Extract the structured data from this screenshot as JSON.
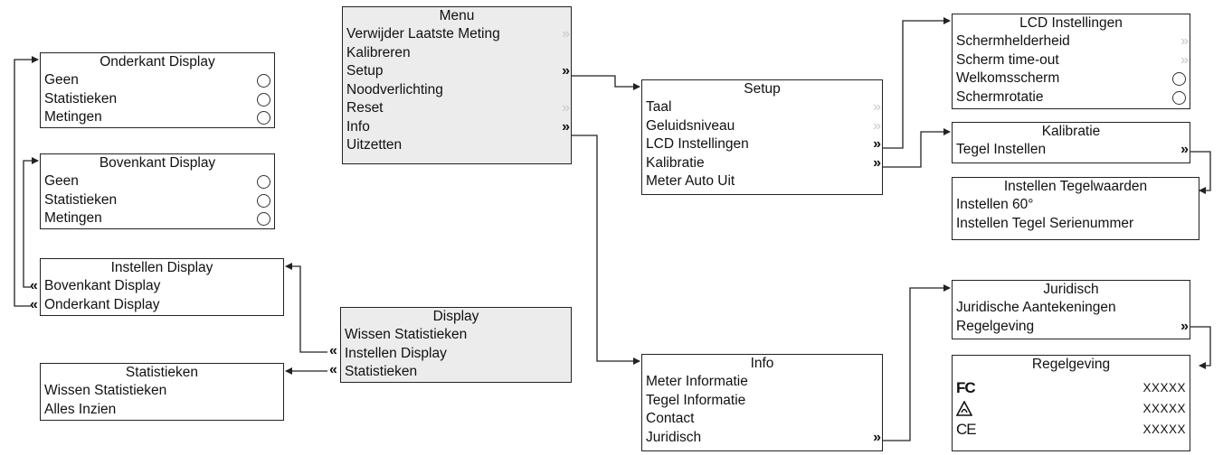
{
  "colors": {
    "line": "#222222",
    "menu_bg": "#ececec",
    "dim_chevron": "#c8c8c8"
  },
  "glyphs": {
    "right": "»",
    "left": "«",
    "fc": "FC",
    "ce": "CE",
    "rcm": "⚠"
  },
  "menu": {
    "title": "Menu",
    "items": [
      "Verwijder Laatste Meting",
      "Kalibreren",
      "Setup",
      "Noodverlichting",
      "Reset",
      "Info",
      "Uitzetten"
    ]
  },
  "setup": {
    "title": "Setup",
    "items": [
      "Taal",
      "Geluidsniveau",
      "LCD Instellingen",
      "Kalibratie",
      "Meter Auto Uit"
    ]
  },
  "lcd": {
    "title": "LCD Instellingen",
    "items": [
      "Schermhelderheid",
      "Scherm time-out",
      "Welkomsscherm",
      "Schermrotatie"
    ]
  },
  "kalibratie": {
    "title": "Kalibratie",
    "items": [
      "Tegel Instellen"
    ]
  },
  "tegelwaarden": {
    "title": "Instellen Tegelwaarden",
    "items": [
      "Instellen 60°",
      "Instellen Tegel Serienummer"
    ]
  },
  "onderkant": {
    "title": "Onderkant Display",
    "items": [
      "Geen",
      "Statistieken",
      "Metingen"
    ]
  },
  "bovenkant": {
    "title": "Bovenkant Display",
    "items": [
      "Geen",
      "Statistieken",
      "Metingen"
    ]
  },
  "instellen_display": {
    "title": "Instellen Display",
    "items": [
      "Bovenkant Display",
      "Onderkant Display"
    ]
  },
  "display": {
    "title": "Display",
    "items": [
      "Wissen Statistieken",
      "Instellen Display",
      "Statistieken"
    ]
  },
  "statistieken": {
    "title": "Statistieken",
    "items": [
      "Wissen Statistieken",
      "Alles Inzien"
    ]
  },
  "info": {
    "title": "Info",
    "items": [
      "Meter Informatie",
      "Tegel Informatie",
      "Contact",
      "Juridisch"
    ]
  },
  "juridisch": {
    "title": "Juridisch",
    "items": [
      "Juridische Aantekeningen",
      "Regelgeving"
    ]
  },
  "regelgeving": {
    "title": "Regelgeving",
    "codes": [
      "XXXXX",
      "XXXXX",
      "XXXXX"
    ]
  }
}
